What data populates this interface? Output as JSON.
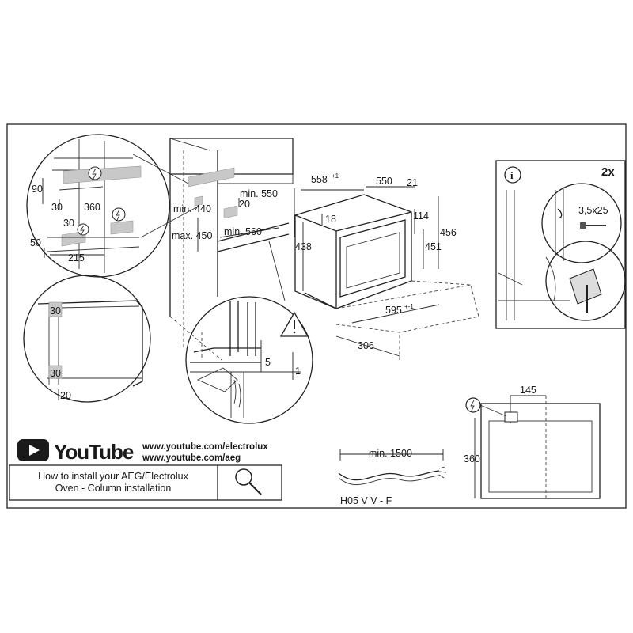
{
  "left_detail": {
    "labels": [
      "90",
      "30",
      "360",
      "30",
      "50",
      "215"
    ]
  },
  "corner_detail": {
    "labels": [
      "30",
      "30",
      "20"
    ]
  },
  "cabinet": {
    "labels": [
      "min. 440",
      "20",
      "min. 550",
      "max. 450",
      "min. 560"
    ]
  },
  "ground_detail": {
    "labels": [
      "5",
      "1"
    ]
  },
  "oven": {
    "labels": [
      "558",
      "+1",
      "550",
      "21",
      "18",
      "114",
      "456",
      "438",
      "451",
      "595",
      "+-1",
      "306"
    ]
  },
  "screw_panel": {
    "count": "2x",
    "screw": "3,5x25"
  },
  "cable": {
    "length": "min. 1500",
    "type": "H05 V V - F"
  },
  "socket": {
    "width": "145",
    "height": "360"
  },
  "youtube": {
    "brand": "YouTube",
    "url1": "www.youtube.com/electrolux",
    "url2": "www.youtube.com/aeg",
    "caption_line1": "How to install your AEG/Electrolux",
    "caption_line2": "Oven - Column installation"
  }
}
